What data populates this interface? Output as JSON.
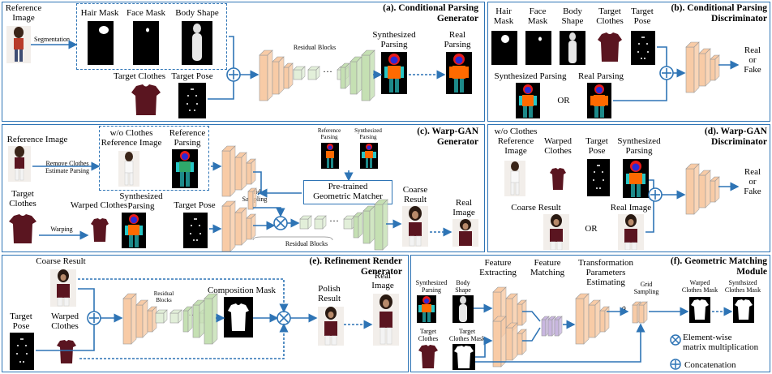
{
  "panel_a": {
    "title": "(a). Conditional Parsing",
    "title2": "Generator",
    "reference_image": "Reference",
    "reference_image2": "Image",
    "segmentation": "Segmentation",
    "hair_mask": "Hair Mask",
    "face_mask": "Face Mask",
    "body_shape": "Body Shape",
    "target_clothes": "Target Clothes",
    "target_pose": "Target Pose",
    "residual_blocks": "Residual Blocks",
    "synthesized_parsing": "Synthesized",
    "synthesized_parsing2": "Parsing",
    "real_parsing": "Real",
    "real_parsing2": "Parsing"
  },
  "panel_b": {
    "title": "(b). Conditional Parsing",
    "title2": "Discriminator",
    "hair_mask": "Hair",
    "hair_mask2": "Mask",
    "face_mask": "Face",
    "face_mask2": "Mask",
    "body_shape": "Body",
    "body_shape2": "Shape",
    "target_clothes": "Target",
    "target_clothes2": "Clothes",
    "target_pose": "Target",
    "target_pose2": "Pose",
    "synthesized_parsing": "Synthesized Parsing",
    "or": "OR",
    "real_parsing": "Real Parsing",
    "output": "Real",
    "output2": "or",
    "output3": "Fake"
  },
  "panel_c": {
    "title": "(c). Warp-GAN",
    "title2": "Generator",
    "reference_image": "Reference Image",
    "remove_clothes": "Remove Clothes",
    "estimate_parsing": "Estimate Parsing",
    "wo_clothes": "w/o Clothes",
    "wo_clothes2": "Reference Image",
    "reference_parsing": "Reference",
    "reference_parsing2": "Parsing",
    "target_clothes": "Target",
    "target_clothes2": "Clothes",
    "warping": "Warping",
    "warped_clothes": "Warped Clothes",
    "synthesized_parsing": "Synthesized",
    "synthesized_parsing2": "Parsing",
    "target_pose": "Target Pose",
    "grid_sampling": "Grid",
    "grid_sampling2": "Sampling",
    "small_ref_parsing": "Reference",
    "small_ref_parsing2": "Parsing",
    "small_syn_parsing": "Synthesized",
    "small_syn_parsing2": "Parsing",
    "matcher": "Pre-trained",
    "matcher2": "Geometric Matcher",
    "coarse_result": "Coarse",
    "coarse_result2": "Result",
    "real_image": "Real",
    "real_image2": "Image",
    "residual_blocks": "Residual Blocks"
  },
  "panel_d": {
    "title": "(d). Warp-GAN",
    "title2": "Discriminator",
    "wo_clothes": "w/o Clothes",
    "wo_clothes2": "Reference",
    "wo_clothes3": "Image",
    "warped_clothes": "Warped",
    "warped_clothes2": "Clothes",
    "target_pose": "Target",
    "target_pose2": "Pose",
    "synthesized_parsing": "Synthesized",
    "synthesized_parsing2": "Parsing",
    "coarse_result": "Coarse Result",
    "or": "OR",
    "real_image": "Real Image",
    "output": "Real",
    "output2": "or",
    "output3": "Fake"
  },
  "panel_e": {
    "title": "(e). Refinement Render",
    "title2": "Generator",
    "coarse_result": "Coarse Result",
    "target_pose": "Target",
    "target_pose2": "Pose",
    "warped_clothes": "Warped",
    "warped_clothes2": "Clothes",
    "residual_blocks": "Residual",
    "residual_blocks2": "Blocks",
    "composition_mask": "Composition Mask",
    "polish_result": "Polish",
    "polish_result2": "Result",
    "real_image": "Real",
    "real_image2": "Image"
  },
  "panel_f": {
    "title": "(f). Geometric Matching",
    "title2": "Module",
    "synthesized_parsing": "Synthesized",
    "synthesized_parsing2": "Parsing",
    "body_shape": "Body",
    "body_shape2": "Shape",
    "target_clothes": "Target",
    "target_clothes2": "Clothes",
    "target_clothes_mask": "Target",
    "target_clothes_mask2": "Clothes Mask",
    "feature_extracting": "Feature",
    "feature_extracting2": "Extracting",
    "feature_matching": "Feature",
    "feature_matching2": "Matching",
    "transformation": "Transformation",
    "transformation2": "Parameters",
    "transformation3": "Estimating",
    "theta": "θ",
    "grid_sampling": "Grid",
    "grid_sampling2": "Sampling",
    "warped_mask": "Warped",
    "warped_mask2": "Clothes Mask",
    "synthesized_mask": "Synthsized",
    "synthesized_mask2": "Clothes Mask",
    "legend_mult": "Element-wise",
    "legend_mult2": "matrix multiplication",
    "legend_concat": "Concatenation"
  },
  "colors": {
    "border": "#2e74b5",
    "encoder": "#f8cba6",
    "residual": "#e2efd9",
    "decoder": "#c5e0b3",
    "matching": "#c9b7e0",
    "parsing_face": "#2a2ad6",
    "parsing_hair": "#e81919",
    "parsing_torso": "#ff6a00",
    "parsing_arm": "#26c6c6",
    "clothes": "#5a1520"
  }
}
